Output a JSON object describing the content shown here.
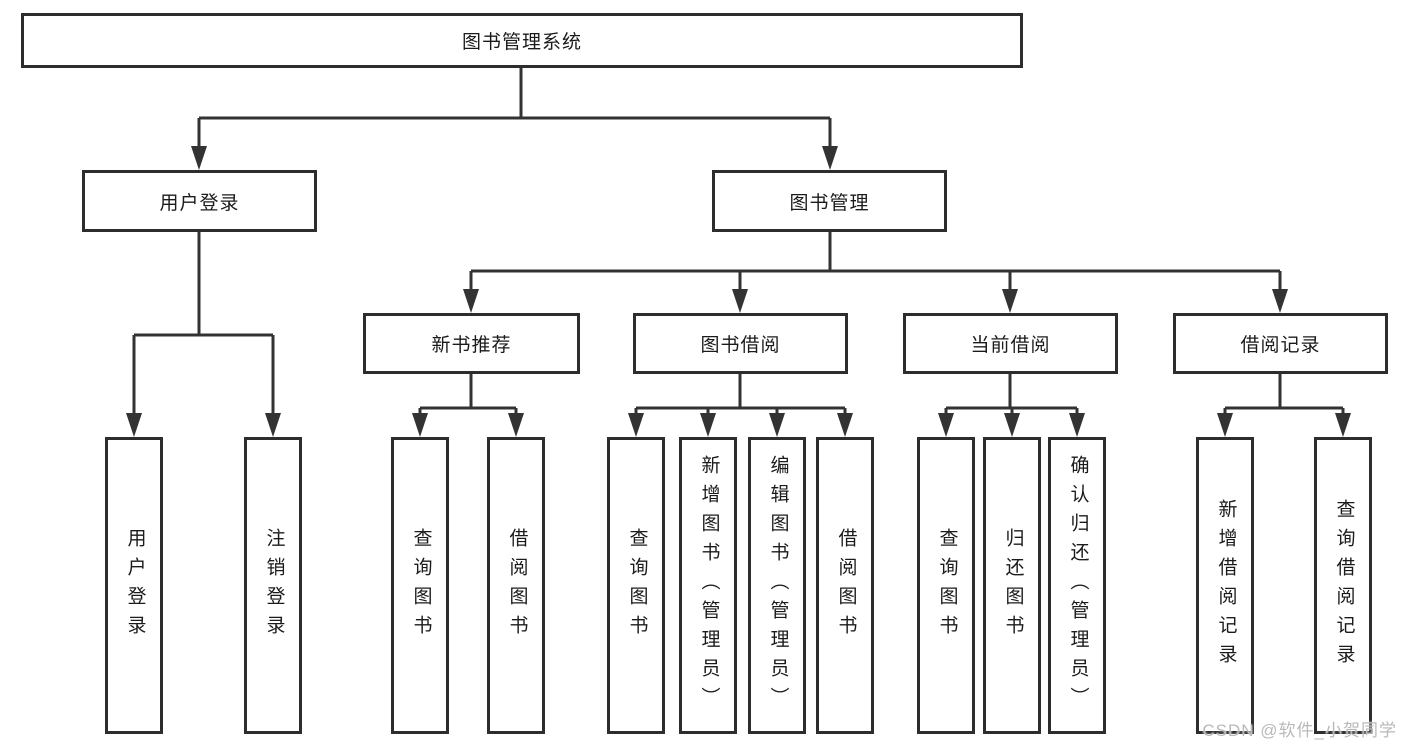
{
  "colors": {
    "line": "#333333",
    "box_border": "#2d2d2d",
    "text": "#1b1b1b",
    "watermark": "#b9b9b9",
    "background": "#ffffff"
  },
  "root": {
    "label": "图书管理系统"
  },
  "user_login": {
    "label": "用户登录",
    "children": [
      {
        "label": "用户登录"
      },
      {
        "label": "注销登录"
      }
    ]
  },
  "book_mgmt": {
    "label": "图书管理",
    "sections": [
      {
        "label": "新书推荐",
        "children": [
          {
            "label": "查询图书"
          },
          {
            "label": "借阅图书"
          }
        ]
      },
      {
        "label": "图书借阅",
        "children": [
          {
            "label": "查询图书"
          },
          {
            "label": "新增图书（管理员）"
          },
          {
            "label": "编辑图书（管理员）"
          },
          {
            "label": "借阅图书"
          }
        ]
      },
      {
        "label": "当前借阅",
        "children": [
          {
            "label": "查询图书"
          },
          {
            "label": "归还图书"
          },
          {
            "label": "确认归还（管理员）"
          }
        ]
      },
      {
        "label": "借阅记录",
        "children": [
          {
            "label": "新增借阅记录"
          },
          {
            "label": "查询借阅记录"
          }
        ]
      }
    ]
  },
  "watermark": "CSDN @软件_小贺同学"
}
